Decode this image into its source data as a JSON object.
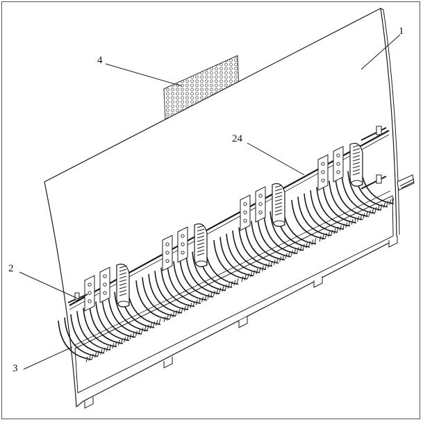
{
  "callouts": [
    {
      "id": "c1",
      "label": "1"
    },
    {
      "id": "c2",
      "label": "2"
    },
    {
      "id": "c3",
      "label": "3"
    },
    {
      "id": "c4",
      "label": "4"
    },
    {
      "id": "c24",
      "label": "24"
    }
  ],
  "colors": {
    "line": "#1a1a1a",
    "panel": "#ffffff",
    "mesh": "#555555",
    "hatch": "#222222"
  },
  "assembly": {
    "module_count": 4
  }
}
